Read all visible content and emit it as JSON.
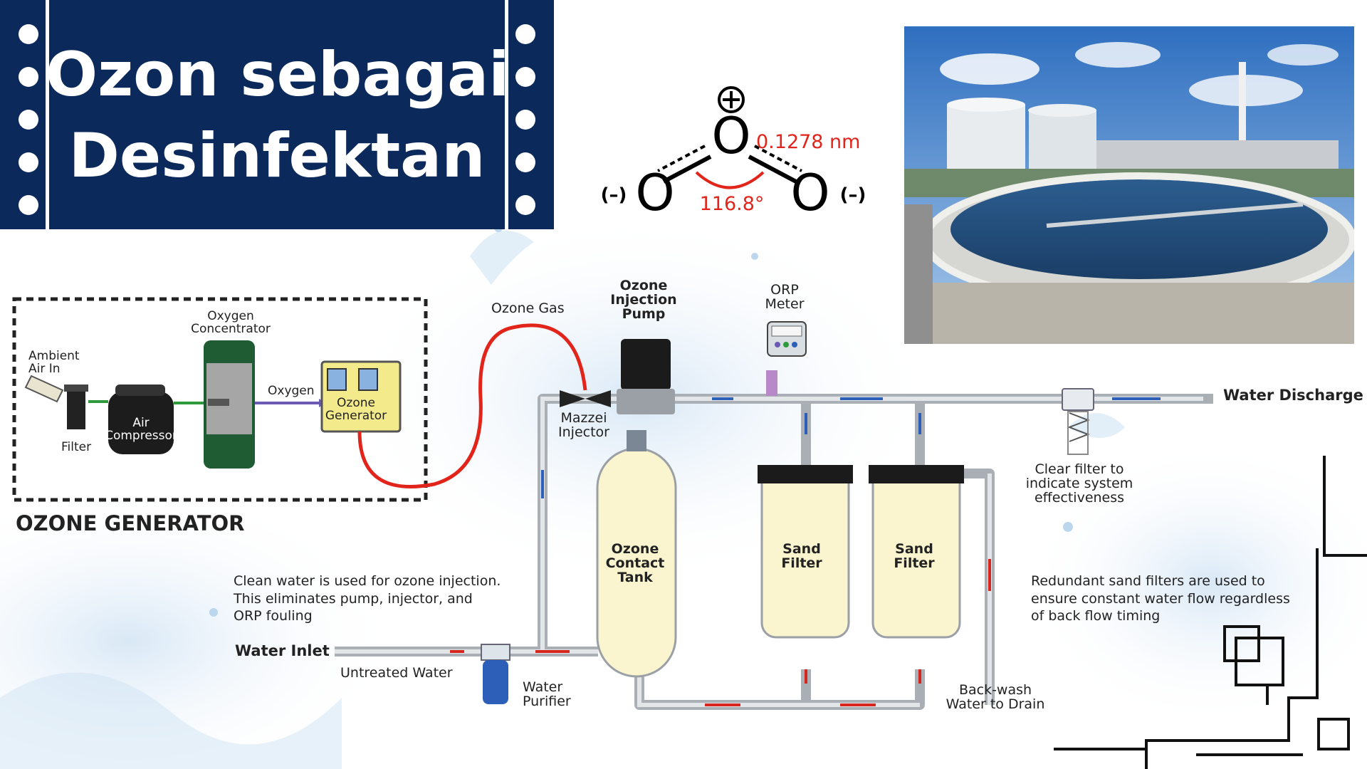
{
  "title": {
    "line1": "Ozon sebagai",
    "line2": "Desinfektan"
  },
  "molecule": {
    "center_atom": "O",
    "left_atom": "O",
    "right_atom": "O",
    "center_charge": "+",
    "left_charge": "(–)",
    "right_charge": "(–)",
    "bond_length": "0.1278 nm",
    "bond_angle": "116.8°"
  },
  "diagram": {
    "section_title": "OZONE GENERATOR",
    "labels": {
      "ambient_air": [
        "Ambient",
        "Air In"
      ],
      "filter": "Filter",
      "air_compressor": [
        "Air",
        "Compressor"
      ],
      "oxygen_concentrator": [
        "Oxygen",
        "Concentrator"
      ],
      "oxygen": "Oxygen",
      "ozone_generator": [
        "Ozone",
        "Generator"
      ],
      "ozone_gas": "Ozone Gas",
      "ozone_injection_pump": [
        "Ozone",
        "Injection",
        "Pump"
      ],
      "mazzei_injector": [
        "Mazzei",
        "Injector"
      ],
      "orp_meter": [
        "ORP",
        "Meter"
      ],
      "water_discharge": "Water Discharge",
      "clear_filter": [
        "Clear filter to",
        "indicate system",
        "effectiveness"
      ],
      "ozone_contact_tank": [
        "Ozone",
        "Contact",
        "Tank"
      ],
      "sand_filter_1": [
        "Sand",
        "Filter"
      ],
      "sand_filter_2": [
        "Sand",
        "Filter"
      ],
      "clean_water_note": [
        "Clean water is used for ozone injection.",
        "This eliminates pump, injector, and",
        "ORP fouling"
      ],
      "redundant_note": [
        "Redundant sand filters are used to",
        "ensure constant water flow regardless",
        "of back flow timing"
      ],
      "water_inlet": "Water Inlet",
      "untreated_water": "Untreated Water",
      "water_purifier": [
        "Water",
        "Purifier"
      ],
      "backwash": [
        "Back-wash",
        "Water to Drain"
      ]
    }
  },
  "colors": {
    "banner": "#0b2a5b",
    "ozone_gas_line": "#e1251b",
    "pipe": "#c9ced3",
    "tank": "#fbf5cf",
    "flow_blue": "#2e5fb8",
    "flow_red": "#d7261e"
  }
}
